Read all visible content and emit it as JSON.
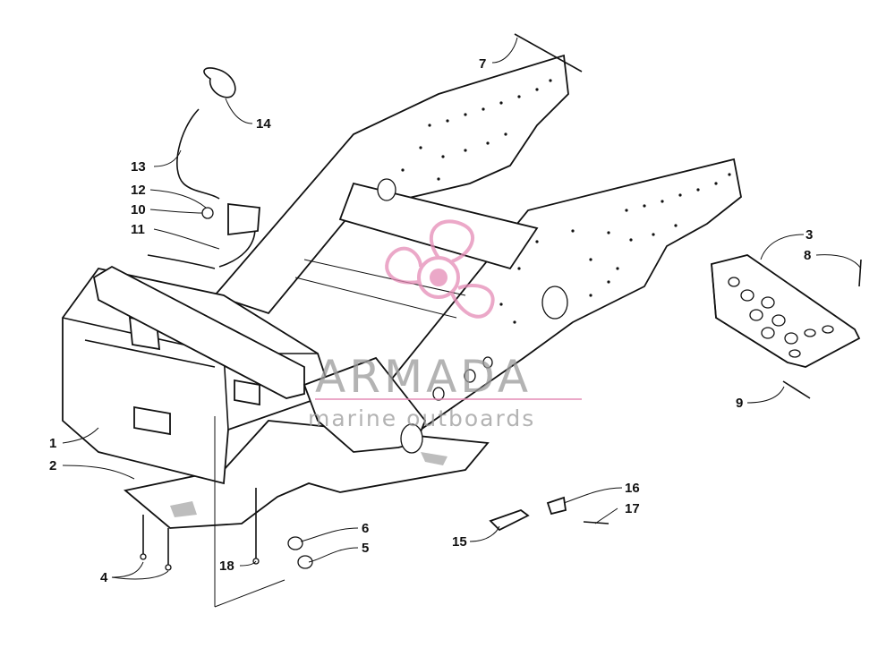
{
  "diagram": {
    "callouts": [
      {
        "id": "1",
        "label": "1"
      },
      {
        "id": "2",
        "label": "2"
      },
      {
        "id": "3",
        "label": "3"
      },
      {
        "id": "4",
        "label": "4"
      },
      {
        "id": "5",
        "label": "5"
      },
      {
        "id": "6",
        "label": "6"
      },
      {
        "id": "7",
        "label": "7"
      },
      {
        "id": "8",
        "label": "8"
      },
      {
        "id": "9",
        "label": "9"
      },
      {
        "id": "10",
        "label": "10"
      },
      {
        "id": "11",
        "label": "11"
      },
      {
        "id": "12",
        "label": "12"
      },
      {
        "id": "13",
        "label": "13"
      },
      {
        "id": "14",
        "label": "14"
      },
      {
        "id": "15",
        "label": "15"
      },
      {
        "id": "16",
        "label": "16"
      },
      {
        "id": "17",
        "label": "17"
      },
      {
        "id": "18",
        "label": "18"
      }
    ]
  },
  "watermark": {
    "brand": "ARMADA",
    "tagline": "marine outboards",
    "logo_color": "#e58bb6",
    "text_color": "#9a9a9a"
  }
}
